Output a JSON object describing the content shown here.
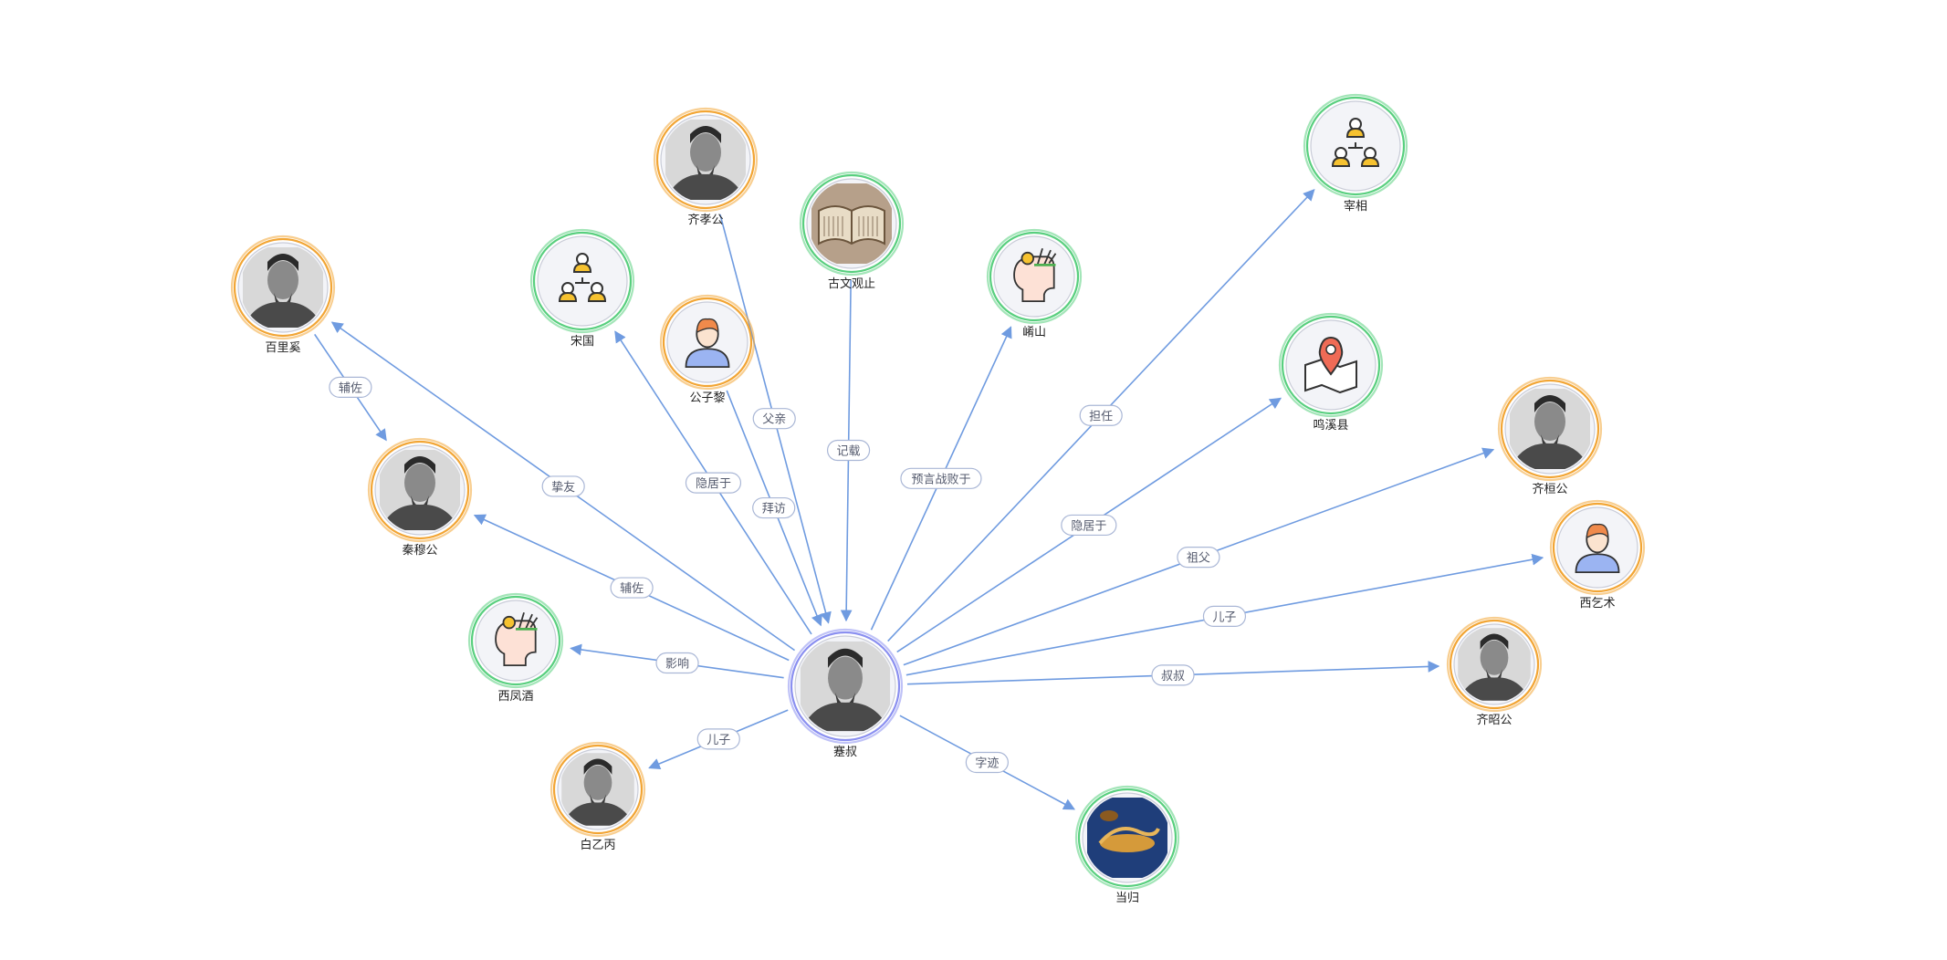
{
  "colors": {
    "edge": "#6f9be0",
    "ring_person": "#f2a534",
    "ring_other": "#58cf7e",
    "ring_center": "#8a8ff0"
  },
  "center": {
    "id": "jianshu",
    "label": "蹇叔",
    "icon": "portrait-icon"
  },
  "nodes": [
    {
      "id": "baili",
      "label": "百里奚",
      "kind": "person",
      "icon": "portrait-icon"
    },
    {
      "id": "qinmu",
      "label": "秦穆公",
      "kind": "person",
      "icon": "portrait-icon"
    },
    {
      "id": "xifengqi",
      "label": "西凤酒",
      "kind": "other",
      "icon": "idea-head-icon"
    },
    {
      "id": "baiyibing",
      "label": "白乙丙",
      "kind": "person",
      "icon": "portrait-icon"
    },
    {
      "id": "songguo",
      "label": "宋国",
      "kind": "other",
      "icon": "org-chart-icon"
    },
    {
      "id": "gongzili",
      "label": "公子黎",
      "kind": "person",
      "icon": "user-icon"
    },
    {
      "id": "qixiao",
      "label": "齐孝公",
      "kind": "person",
      "icon": "portrait-icon"
    },
    {
      "id": "guwen",
      "label": "古文观止",
      "kind": "other",
      "icon": "book-icon"
    },
    {
      "id": "xiaoshan",
      "label": "崤山",
      "kind": "other",
      "icon": "idea-head-icon"
    },
    {
      "id": "zaixiang",
      "label": "宰相",
      "kind": "other",
      "icon": "org-chart-icon"
    },
    {
      "id": "mingxi",
      "label": "鸣溪县",
      "kind": "other",
      "icon": "map-pin-icon"
    },
    {
      "id": "qihuan",
      "label": "齐桓公",
      "kind": "person",
      "icon": "portrait-icon"
    },
    {
      "id": "xiqishu",
      "label": "西乞术",
      "kind": "person",
      "icon": "user-icon"
    },
    {
      "id": "qizhao",
      "label": "齐昭公",
      "kind": "person",
      "icon": "portrait-icon"
    },
    {
      "id": "danggui",
      "label": "当归",
      "kind": "other",
      "icon": "herb-photo-icon"
    }
  ],
  "edges": [
    {
      "from": "baili",
      "to": "qinmu",
      "label": "辅佐"
    },
    {
      "from": "jianshu",
      "to": "baili",
      "label": "挚友"
    },
    {
      "from": "jianshu",
      "to": "qinmu",
      "label": "辅佐"
    },
    {
      "from": "jianshu",
      "to": "xifengqi",
      "label": "影响"
    },
    {
      "from": "jianshu",
      "to": "baiyibing",
      "label": "儿子"
    },
    {
      "from": "jianshu",
      "to": "songguo",
      "label": "隐居于"
    },
    {
      "from": "gongzili",
      "to": "jianshu",
      "label": "拜访"
    },
    {
      "from": "qixiao",
      "to": "jianshu",
      "label": "父亲"
    },
    {
      "from": "guwen",
      "to": "jianshu",
      "label": "记载"
    },
    {
      "from": "jianshu",
      "to": "xiaoshan",
      "label": "预言战败于"
    },
    {
      "from": "jianshu",
      "to": "zaixiang",
      "label": "担任"
    },
    {
      "from": "jianshu",
      "to": "mingxi",
      "label": "隐居于"
    },
    {
      "from": "jianshu",
      "to": "qihuan",
      "label": "祖父"
    },
    {
      "from": "jianshu",
      "to": "xiqishu",
      "label": "儿子"
    },
    {
      "from": "jianshu",
      "to": "qizhao",
      "label": "叔叔"
    },
    {
      "from": "jianshu",
      "to": "danggui",
      "label": "字迹"
    }
  ]
}
